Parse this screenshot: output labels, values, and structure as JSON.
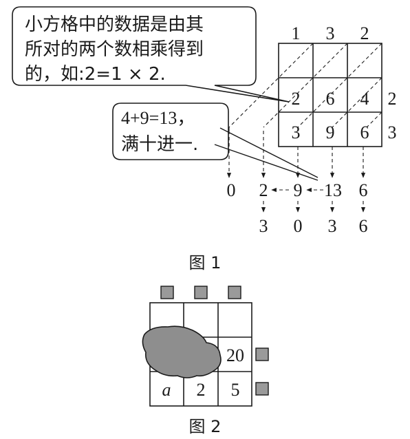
{
  "figure1": {
    "callout_main": [
      "小方格中的数据是由其",
      "所对的两个数相乘得到",
      "的，如:2=1 × 2."
    ],
    "callout_small": [
      "4+9=13，",
      "满十进一."
    ],
    "top_digits": [
      "1",
      "3",
      "2"
    ],
    "right_digits": [
      "2",
      "3"
    ],
    "grid_rows": [
      {
        "tens": [
          "",
          "",
          ""
        ],
        "units": [
          "",
          "",
          ""
        ]
      },
      {
        "tens": [
          "",
          "",
          ""
        ],
        "units": [
          "2",
          "6",
          "4"
        ]
      },
      {
        "tens": [
          "",
          "",
          ""
        ],
        "units": [
          "3",
          "9",
          "6"
        ]
      }
    ],
    "sum_row": [
      "0",
      "2",
      "9",
      "13",
      "6"
    ],
    "result_row": [
      "3",
      "0",
      "3",
      "6"
    ],
    "caption": "图 1"
  },
  "figure2": {
    "cell_20": "20",
    "cell_a": "a",
    "cell_2": "2",
    "cell_5": "5",
    "caption": "图 2"
  }
}
